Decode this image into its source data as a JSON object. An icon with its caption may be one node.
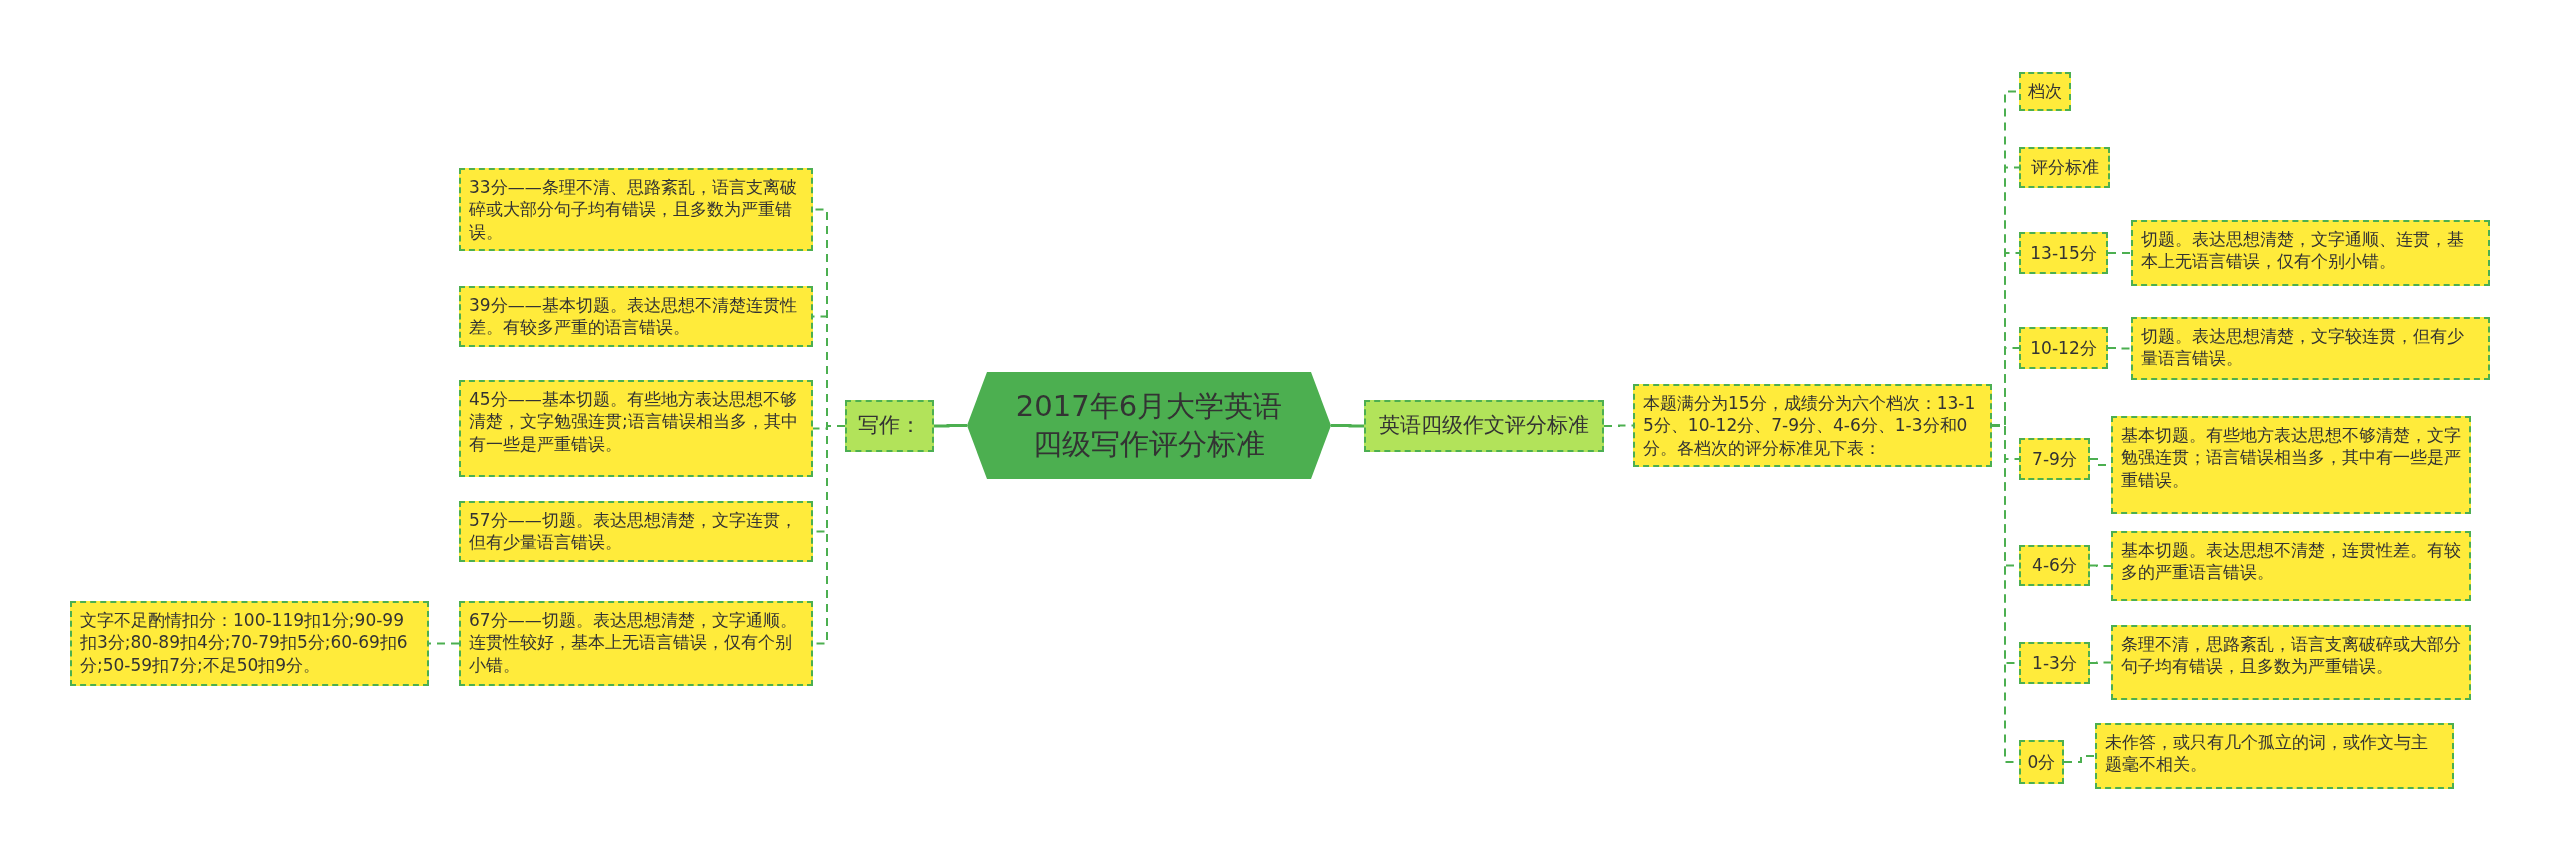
{
  "diagram": {
    "nodes": [
      {
        "text": [
          "2017年6月大学英语四级写作评分标准"
        ]
      },
      {
        "text": [
          "写作："
        ]
      },
      {
        "text": [
          "英语四级作文评分标准"
        ]
      },
      {
        "text": [
          "本题满分为15分，成绩分为六个档次：13-15分、10-12分、7-9分、4-6分、1-3分和0分。各档次的评分标准见下表："
        ]
      },
      {
        "text": [
          "档次"
        ]
      },
      {
        "text": [
          "评分标准"
        ]
      },
      {
        "text": [
          "13-15分"
        ]
      },
      {
        "text": [
          "切题。表达思想清楚，文字通顺、连贯，基本上无语言错误，仅有个别小错。"
        ]
      },
      {
        "text": [
          "10-12分"
        ]
      },
      {
        "text": [
          "切题。表达思想清楚，文字较连贯，但有少量语言错误。"
        ]
      },
      {
        "text": [
          "7-9分"
        ]
      },
      {
        "text": [
          "基本切题。有些地方表达思想不够清楚，文字勉强连贯；语言错误相当多，其中有一些是严重错误。"
        ]
      },
      {
        "text": [
          "4-6分"
        ]
      },
      {
        "text": [
          "基本切题。表达思想不清楚，连贯性差。有较多的严重语言错误。"
        ]
      },
      {
        "text": [
          "1-3分"
        ]
      },
      {
        "text": [
          "条理不清，思路紊乱，语言支离破碎或大部分句子均有错误，且多数为严重错误。"
        ]
      },
      {
        "text": [
          "0分"
        ]
      },
      {
        "text": [
          "未作答，或只有几个孤立的词，或作文与主题毫不相关。"
        ]
      },
      {
        "text": [
          "33分——条理不清、思路紊乱，语言支离破碎或大部分句子均有错误，且多数为严重错误。"
        ]
      },
      {
        "text": [
          "39分——基本切题。表达思想不清楚连贯性差。有较多严重的语言错误。"
        ]
      },
      {
        "text": [
          "45分——基本切题。有些地方表达思想不够清楚，文字勉强连贯;语言错误相当多，其中有一些是严重错误。"
        ]
      },
      {
        "text": [
          "57分——切题。表达思想清楚，文字连贯，但有少量语言错误。"
        ]
      },
      {
        "text": [
          "67分——切题。表达思想清楚，文字通顺。连贯性较好，基本上无语言错误，仅有个别小错。"
        ]
      },
      {
        "text": [
          "文字不足酌情扣分：100-119扣1分;90-99扣3分;80-89扣4分;70-79扣5分;60-69扣6分;50-59扣7分;不足50扣9分。"
        ]
      }
    ],
    "edges": [
      {
        "from": 0,
        "to": 1,
        "arrow": "none"
      },
      {
        "from": 0,
        "to": 2,
        "arrow": "none"
      },
      {
        "from": 1,
        "to": 18,
        "arrow": "none",
        "style": "dashed"
      },
      {
        "from": 1,
        "to": 19,
        "arrow": "none",
        "style": "dashed"
      },
      {
        "from": 1,
        "to": 20,
        "arrow": "none",
        "style": "dashed"
      },
      {
        "from": 1,
        "to": 21,
        "arrow": "none",
        "style": "dashed"
      },
      {
        "from": 1,
        "to": 22,
        "arrow": "none",
        "style": "dashed"
      },
      {
        "from": 22,
        "to": 23,
        "arrow": "none",
        "style": "dashed"
      },
      {
        "from": 2,
        "to": 3,
        "arrow": "none",
        "style": "dashed"
      },
      {
        "from": 3,
        "to": 4,
        "arrow": "none",
        "style": "dashed"
      },
      {
        "from": 3,
        "to": 5,
        "arrow": "none",
        "style": "dashed"
      },
      {
        "from": 3,
        "to": 6,
        "arrow": "none",
        "style": "dashed"
      },
      {
        "from": 3,
        "to": 8,
        "arrow": "none",
        "style": "dashed"
      },
      {
        "from": 3,
        "to": 10,
        "arrow": "none",
        "style": "dashed"
      },
      {
        "from": 3,
        "to": 12,
        "arrow": "none",
        "style": "dashed"
      },
      {
        "from": 3,
        "to": 14,
        "arrow": "none",
        "style": "dashed"
      },
      {
        "from": 3,
        "to": 16,
        "arrow": "none",
        "style": "dashed"
      },
      {
        "from": 6,
        "to": 7,
        "arrow": "none",
        "style": "dashed"
      },
      {
        "from": 8,
        "to": 9,
        "arrow": "none",
        "style": "dashed"
      },
      {
        "from": 10,
        "to": 11,
        "arrow": "none",
        "style": "dashed"
      },
      {
        "from": 12,
        "to": 13,
        "arrow": "none",
        "style": "dashed"
      },
      {
        "from": 14,
        "to": 15,
        "arrow": "none",
        "style": "dashed"
      },
      {
        "from": 16,
        "to": 17,
        "arrow": "none",
        "style": "dashed"
      }
    ]
  }
}
